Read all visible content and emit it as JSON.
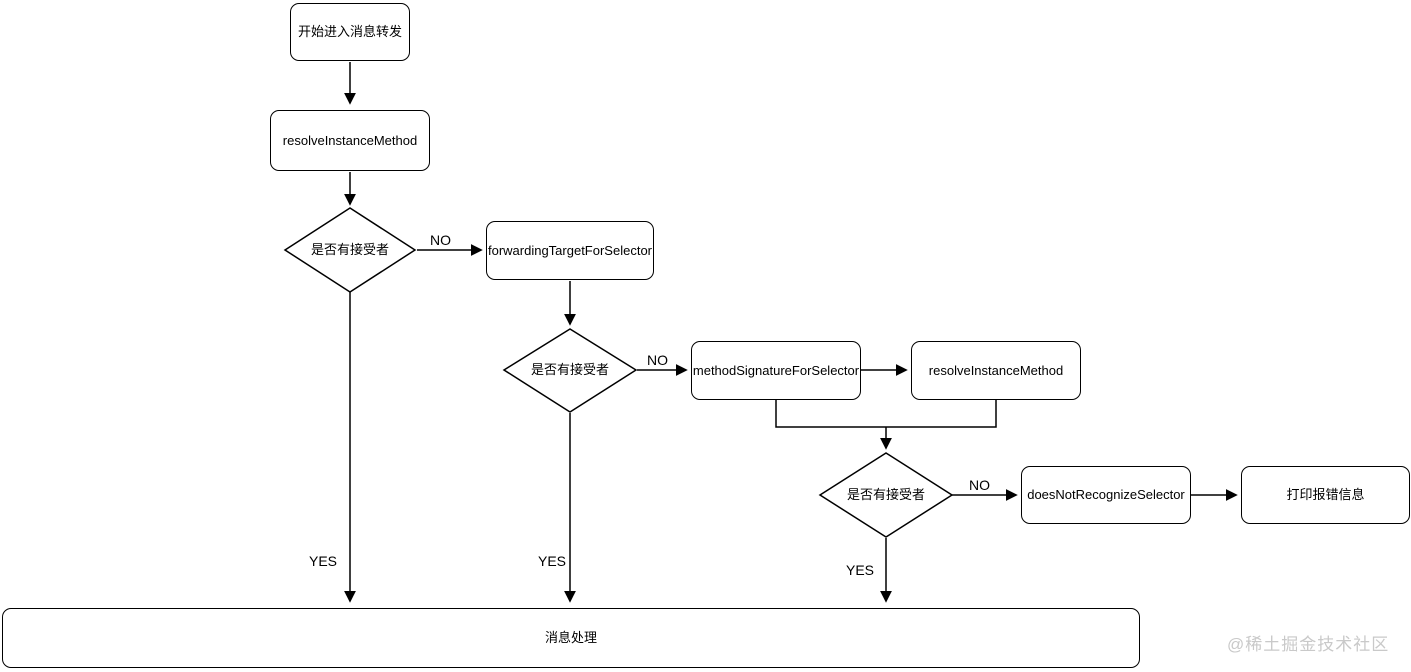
{
  "flowchart": {
    "title_hint": "Objective-C message forwarding flow",
    "nodes": {
      "start": {
        "label": "开始进入消息转发",
        "type": "rounded-rect"
      },
      "resolve1": {
        "label": "resolveInstanceMethod",
        "type": "rounded-rect"
      },
      "diamond1": {
        "label": "是否有接受者",
        "type": "diamond"
      },
      "forwarding": {
        "label": "forwardingTargetForSelector",
        "type": "rounded-rect"
      },
      "diamond2": {
        "label": "是否有接受者",
        "type": "diamond"
      },
      "methodSig": {
        "label": "methodSignatureForSelector",
        "type": "rounded-rect"
      },
      "resolve2": {
        "label": "resolveInstanceMethod",
        "type": "rounded-rect"
      },
      "diamond3": {
        "label": "是否有接受者",
        "type": "diamond"
      },
      "doesNot": {
        "label": "doesNotRecognizeSelector",
        "type": "rounded-rect"
      },
      "printError": {
        "label": "打印报错信息",
        "type": "rounded-rect"
      },
      "message": {
        "label": "消息处理",
        "type": "rounded-rect"
      }
    },
    "edge_labels": {
      "no1": "NO",
      "no2": "NO",
      "no3": "NO",
      "yes1": "YES",
      "yes2": "YES",
      "yes3": "YES"
    }
  },
  "watermark": {
    "text": "@稀土掘金技术社区",
    "color": "#c9c9c9"
  },
  "colors": {
    "background": "#ffffff",
    "stroke": "#000000",
    "node_fill": "#ffffff"
  }
}
